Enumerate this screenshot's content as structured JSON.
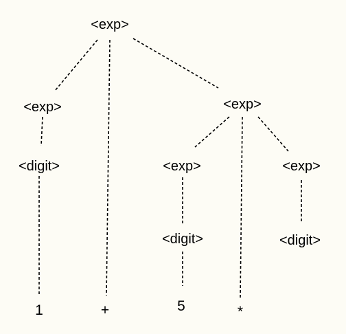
{
  "tree": {
    "nodes": [
      {
        "id": "root",
        "label": "<exp>",
        "kind": "nonterminal"
      },
      {
        "id": "exp-left",
        "label": "<exp>",
        "kind": "nonterminal"
      },
      {
        "id": "digit-left",
        "label": "<digit>",
        "kind": "nonterminal"
      },
      {
        "id": "leaf-1",
        "label": "1",
        "kind": "terminal"
      },
      {
        "id": "leaf-plus",
        "label": "+",
        "kind": "terminal"
      },
      {
        "id": "exp-right",
        "label": "<exp>",
        "kind": "nonterminal"
      },
      {
        "id": "exp-right-left",
        "label": "<exp>",
        "kind": "nonterminal"
      },
      {
        "id": "digit-middle",
        "label": "<digit>",
        "kind": "nonterminal"
      },
      {
        "id": "leaf-5",
        "label": "5",
        "kind": "terminal"
      },
      {
        "id": "leaf-star",
        "label": "*",
        "kind": "terminal"
      },
      {
        "id": "exp-right-right",
        "label": "<exp>",
        "kind": "nonterminal"
      },
      {
        "id": "digit-right",
        "label": "<digit>",
        "kind": "nonterminal"
      }
    ],
    "edges": [
      {
        "from": "root",
        "to": "exp-left"
      },
      {
        "from": "root",
        "to": "leaf-plus"
      },
      {
        "from": "root",
        "to": "exp-right"
      },
      {
        "from": "exp-left",
        "to": "digit-left"
      },
      {
        "from": "digit-left",
        "to": "leaf-1"
      },
      {
        "from": "exp-right",
        "to": "exp-right-left"
      },
      {
        "from": "exp-right",
        "to": "leaf-star"
      },
      {
        "from": "exp-right",
        "to": "exp-right-right"
      },
      {
        "from": "exp-right-left",
        "to": "digit-middle"
      },
      {
        "from": "digit-middle",
        "to": "leaf-5"
      },
      {
        "from": "exp-right-right",
        "to": "digit-right"
      }
    ]
  }
}
